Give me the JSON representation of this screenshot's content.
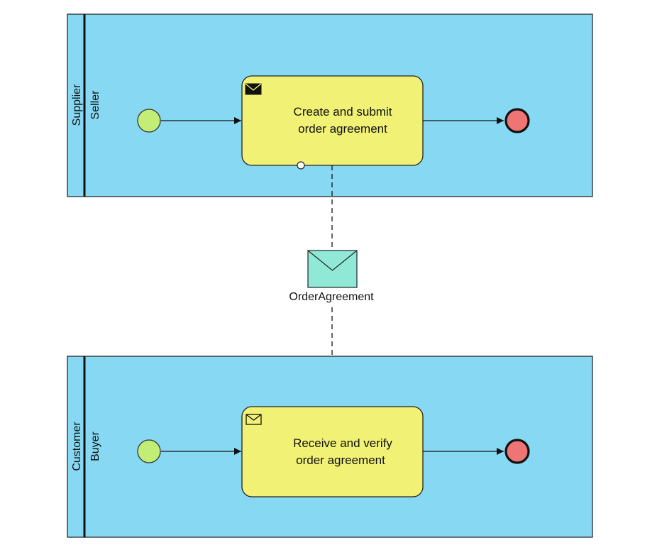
{
  "pools": {
    "supplier": {
      "pool_label": "Supplier",
      "lane_label": "Seller",
      "task_lines": [
        "Create and submit",
        "order agreement"
      ],
      "task_marker": "envelope-filled-icon"
    },
    "customer": {
      "pool_label": "Customer",
      "lane_label": "Buyer",
      "task_lines": [
        "Receive and verify",
        "order agreement"
      ],
      "task_marker": "envelope-outline-icon"
    }
  },
  "message": {
    "label": "OrderAgreement",
    "color": "#8fe9d6"
  },
  "colors": {
    "pool_fill": "#87d8f3",
    "task_fill": "#f1f176",
    "start_event": "#c2ee76",
    "end_event": "#ef7474"
  }
}
